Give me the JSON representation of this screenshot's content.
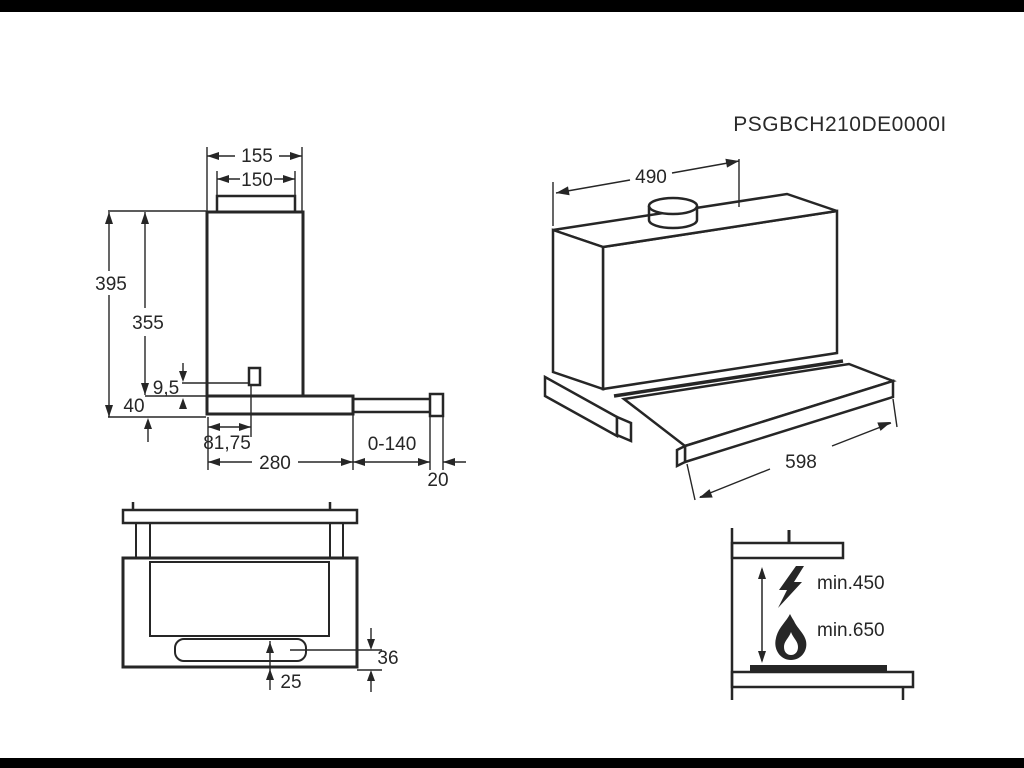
{
  "frame": {
    "background": "#ffffff",
    "top_bar_color": "#000000",
    "bottom_bar_color": "#000000",
    "line_color": "#262626"
  },
  "model_number": "PSGBCH210DE0000I",
  "side_view": {
    "dims": {
      "chimney_outer_width": "155",
      "duct_width": "150",
      "total_height": "395",
      "chimney_height": "355",
      "slot_vertical_offset": "9,5",
      "body_height": "40",
      "slot_distance": "81,75",
      "body_depth": "280",
      "telescopic_travel": "0-140",
      "front_panel_thickness": "20"
    }
  },
  "perspective_view": {
    "dims": {
      "cabinet_width": "490",
      "hood_front_width": "598"
    }
  },
  "front_view": {
    "dims": {
      "recess_height": "36",
      "handle_offset": "25"
    }
  },
  "clearance_view": {
    "electric_icon": "lightning-icon",
    "gas_icon": "flame-icon",
    "electric_clearance": "min.450",
    "gas_clearance": "min.650"
  }
}
